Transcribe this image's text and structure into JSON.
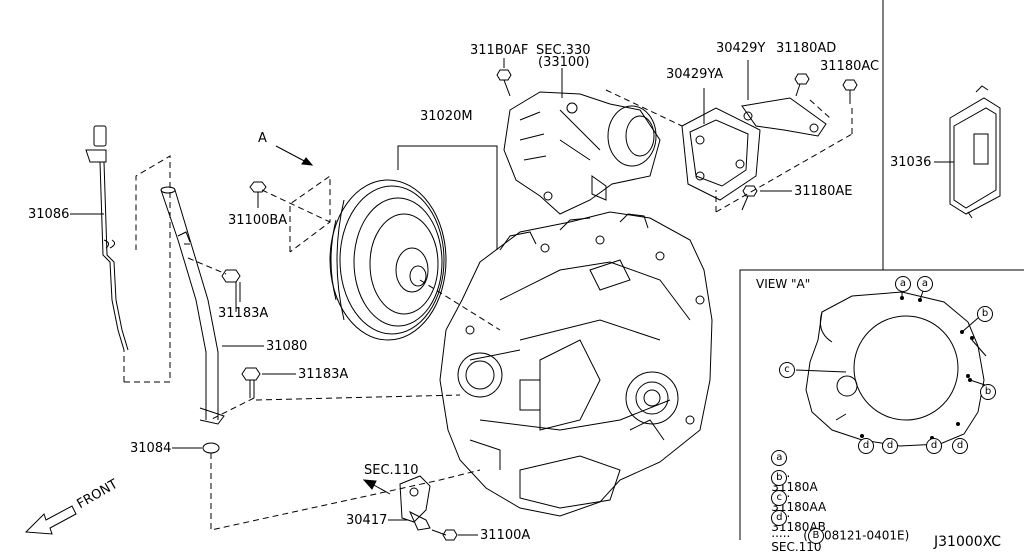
{
  "labels": {
    "p31086": "31086",
    "p31100BA": "31100BA",
    "p31183A_1": "31183A",
    "p31080": "31080",
    "p31183A_2": "31183A",
    "p31084": "31084",
    "p31020M": "31020M",
    "p311B0AF": "311B0AF",
    "sec330": "SEC.330",
    "sec330_sub": "(33100)",
    "p30429YA": "30429YA",
    "p30429Y": "30429Y",
    "p31180AD": "31180AD",
    "p31180AC": "31180AC",
    "p31180AE": "31180AE",
    "p31036": "31036",
    "sec110": "SEC.110",
    "p30417": "30417",
    "p31100A": "31100A",
    "front": "FRONT",
    "arrow_a": "A",
    "view_a": "VIEW \"A\""
  },
  "legend": [
    {
      "key": "a",
      "dots": ".....",
      "value": "31180A"
    },
    {
      "key": "b",
      "dots": ".....",
      "value": "31180AA"
    },
    {
      "key": "c",
      "dots": ".....",
      "value": "31180AB"
    },
    {
      "key": "d",
      "dots": ".....",
      "value": "SEC.110"
    }
  ],
  "legend_d_sub": {
    "prefix": "(",
    "key": "B",
    "value": "08121-0401E)"
  },
  "callout_letters": {
    "a": "a",
    "b": "b",
    "c": "c",
    "d": "d"
  },
  "diagram_code": "J31000XC"
}
